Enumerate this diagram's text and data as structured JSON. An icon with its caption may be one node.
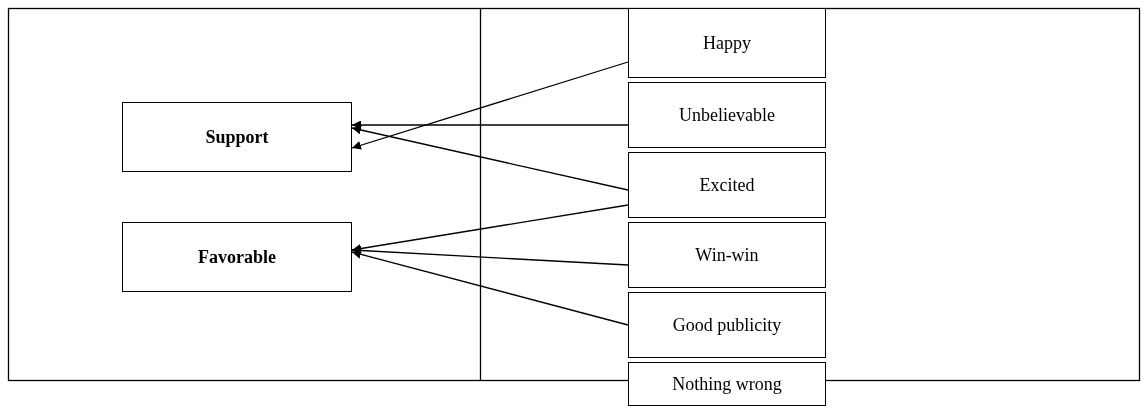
{
  "diagram": {
    "nodes": [
      {
        "text": [
          "Support"
        ]
      },
      {
        "text": [
          "Favorable"
        ]
      },
      {
        "text": [
          "Happy"
        ]
      },
      {
        "text": [
          "Unbelievable"
        ]
      },
      {
        "text": [
          "Excited"
        ]
      },
      {
        "text": [
          "Win-win"
        ]
      },
      {
        "text": [
          "Good publicity"
        ]
      },
      {
        "text": [
          "Nothing wrong"
        ]
      }
    ],
    "edges": [
      {
        "from": 2,
        "to": 0,
        "arrow": "to"
      },
      {
        "from": 3,
        "to": 0,
        "arrow": "to"
      },
      {
        "from": 4,
        "to": 0,
        "arrow": "to"
      },
      {
        "from": 4,
        "to": 1,
        "arrow": "to"
      },
      {
        "from": 5,
        "to": 1,
        "arrow": "to"
      },
      {
        "from": 6,
        "to": 1,
        "arrow": "to"
      }
    ]
  }
}
